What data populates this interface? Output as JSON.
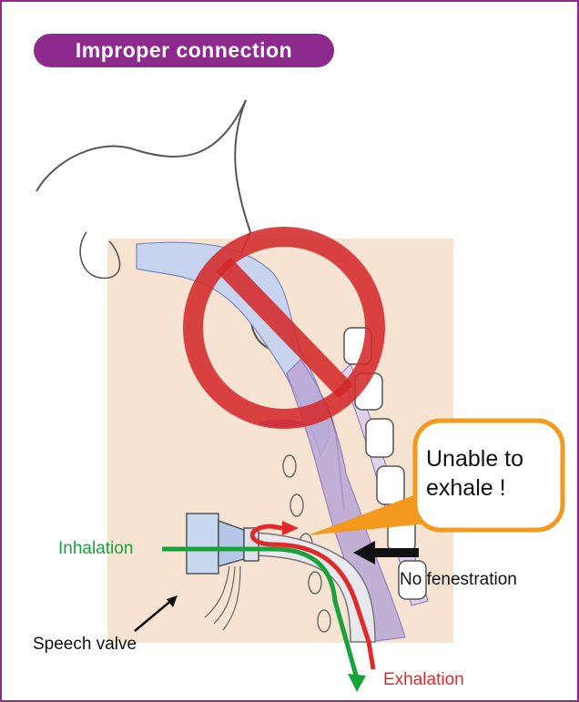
{
  "title": "Improper connection",
  "callout": {
    "line1": "Unable to",
    "line2": "exhale !"
  },
  "labels": {
    "inhalation": "Inhalation",
    "no_fenestration": "No fenestration",
    "speech_valve": "Speech valve",
    "exhalation": "Exhalation"
  },
  "colors": {
    "frame": "#8e2a8e",
    "prohibition": "#d42a2a",
    "inhalation": "#17a33a",
    "exhalation": "#e02a2a",
    "callout_border": "#f39a1e",
    "skin": "#f7e3d2",
    "airway": "#b9a6d6"
  }
}
